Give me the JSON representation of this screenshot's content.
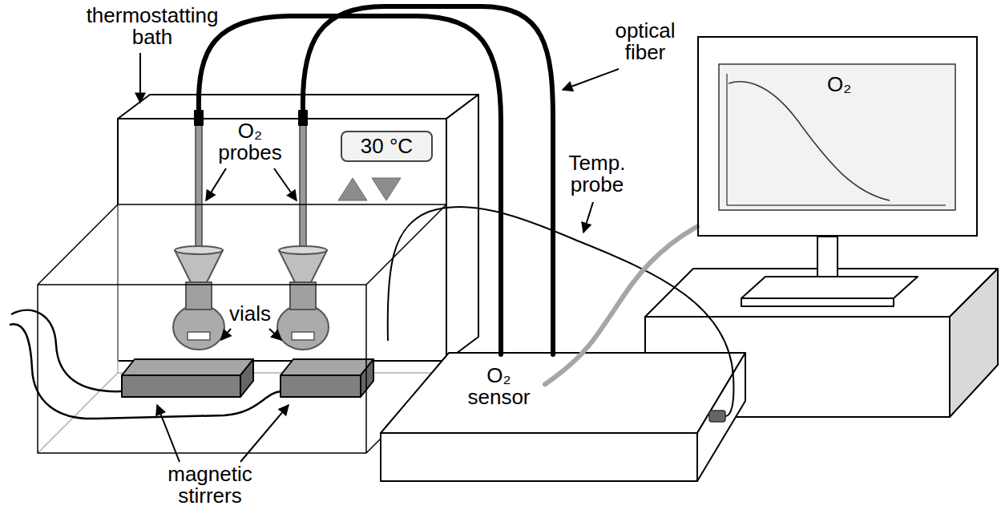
{
  "diagram": {
    "nodes": [
      {
        "text": [
          "30 °C"
        ]
      },
      {
        "text": [
          "O₂ sensor"
        ]
      },
      {
        "text": [
          "O₂"
        ]
      }
    ],
    "edges": [
      {
        "from": 1,
        "to": 2,
        "arrow": "none"
      }
    ],
    "labels": [
      "thermostatting bath",
      "O₂ probes",
      "vials",
      "optical fiber",
      "Temp. probe",
      "magnetic stirrers"
    ]
  }
}
